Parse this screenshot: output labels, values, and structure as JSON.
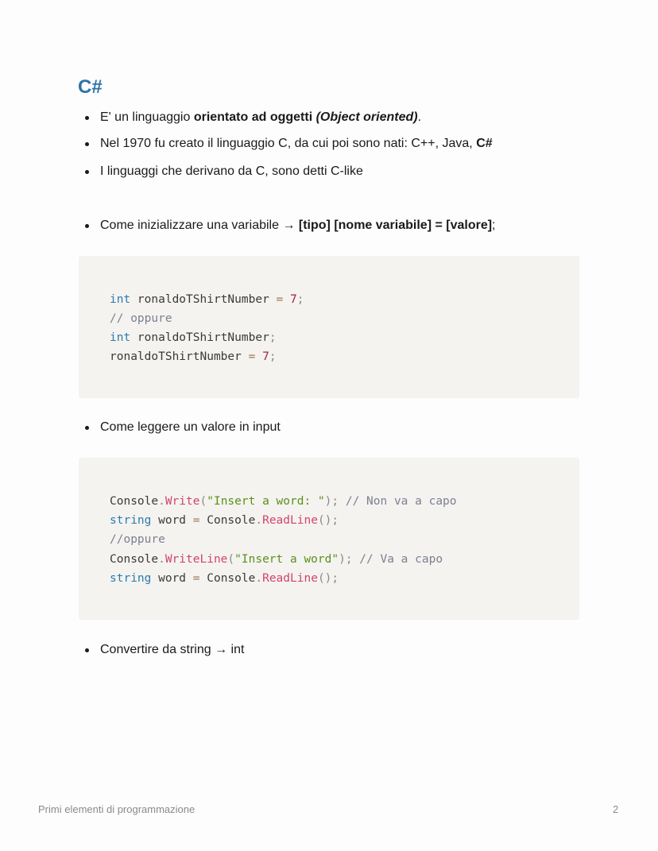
{
  "title": "C#",
  "bullets": {
    "b1": {
      "pre": "E' un linguaggio ",
      "bold": "orientato ad oggetti",
      "mid": " ",
      "bolditalic": "(Object oriented)",
      "post": "."
    },
    "b2": {
      "pre": "Nel 1970 fu creato il linguaggio C, da cui poi sono nati: C++, Java, ",
      "bold": "C#"
    },
    "b3": {
      "text": "I linguaggi che derivano da C, sono detti C-like"
    },
    "b4": {
      "pre": "Come inizializzare una variabile → ",
      "bold": "[tipo] [nome variabile] = [valore]",
      "post": ";"
    },
    "b5": {
      "text": "Come leggere un valore in input"
    },
    "b6": {
      "text": "Convertire da string → int"
    }
  },
  "code1": {
    "l1": {
      "kw": "int",
      "name": " ronaldoTShirtNumber ",
      "op": "=",
      "num": " 7",
      "end": ";"
    },
    "l2": {
      "comment": "// oppure"
    },
    "l3": {
      "kw": "int",
      "name": " ronaldoTShirtNumber",
      "end": ";"
    },
    "l4": {
      "name": "ronaldoTShirtNumber ",
      "op": "=",
      "num": " 7",
      "end": ";"
    }
  },
  "code2": {
    "l1": {
      "obj": "Console",
      "dot": ".",
      "method": "Write",
      "open": "(",
      "str": "\"Insert a word: \"",
      "close": ");",
      "comment": " // Non va a capo"
    },
    "l2": {
      "kw": "string",
      "name": " word ",
      "op": "=",
      "obj": " Console",
      "dot": ".",
      "method": "ReadLine",
      "close": "();"
    },
    "l3": {
      "comment": "//oppure"
    },
    "l4": {
      "obj": "Console",
      "dot": ".",
      "method": "WriteLine",
      "open": "(",
      "str": "\"Insert a word\"",
      "close": ");",
      "comment": " // Va a capo"
    },
    "l5": {
      "kw": "string",
      "name": " word ",
      "op": "=",
      "obj": " Console",
      "dot": ".",
      "method": "ReadLine",
      "close": "();"
    }
  },
  "footer": {
    "left": "Primi elementi di programmazione",
    "page_number": "2"
  }
}
